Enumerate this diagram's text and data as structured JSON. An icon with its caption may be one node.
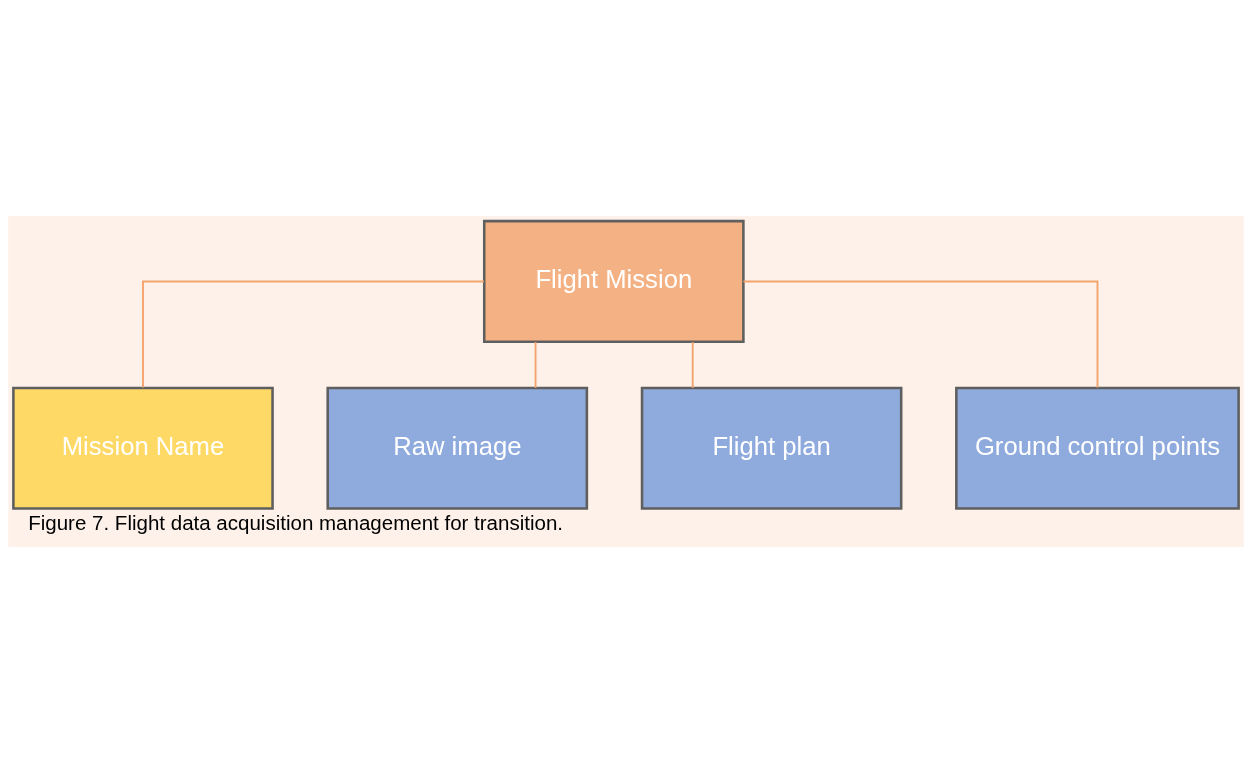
{
  "diagram": {
    "caption": "Figure 7. Flight data acquisition management for transition.",
    "nodes": [
      {
        "text": [
          "Flight Mission"
        ]
      },
      {
        "text": [
          "Mission Name"
        ]
      },
      {
        "text": [
          "Raw image"
        ]
      },
      {
        "text": [
          "Flight plan"
        ]
      },
      {
        "text": [
          "Ground control points"
        ]
      }
    ],
    "edges": [
      {
        "from": 0,
        "to": 1,
        "arrow": "none"
      },
      {
        "from": 0,
        "to": 2,
        "arrow": "none"
      },
      {
        "from": 0,
        "to": 3,
        "arrow": "none"
      },
      {
        "from": 0,
        "to": 4,
        "arrow": "none"
      }
    ]
  }
}
